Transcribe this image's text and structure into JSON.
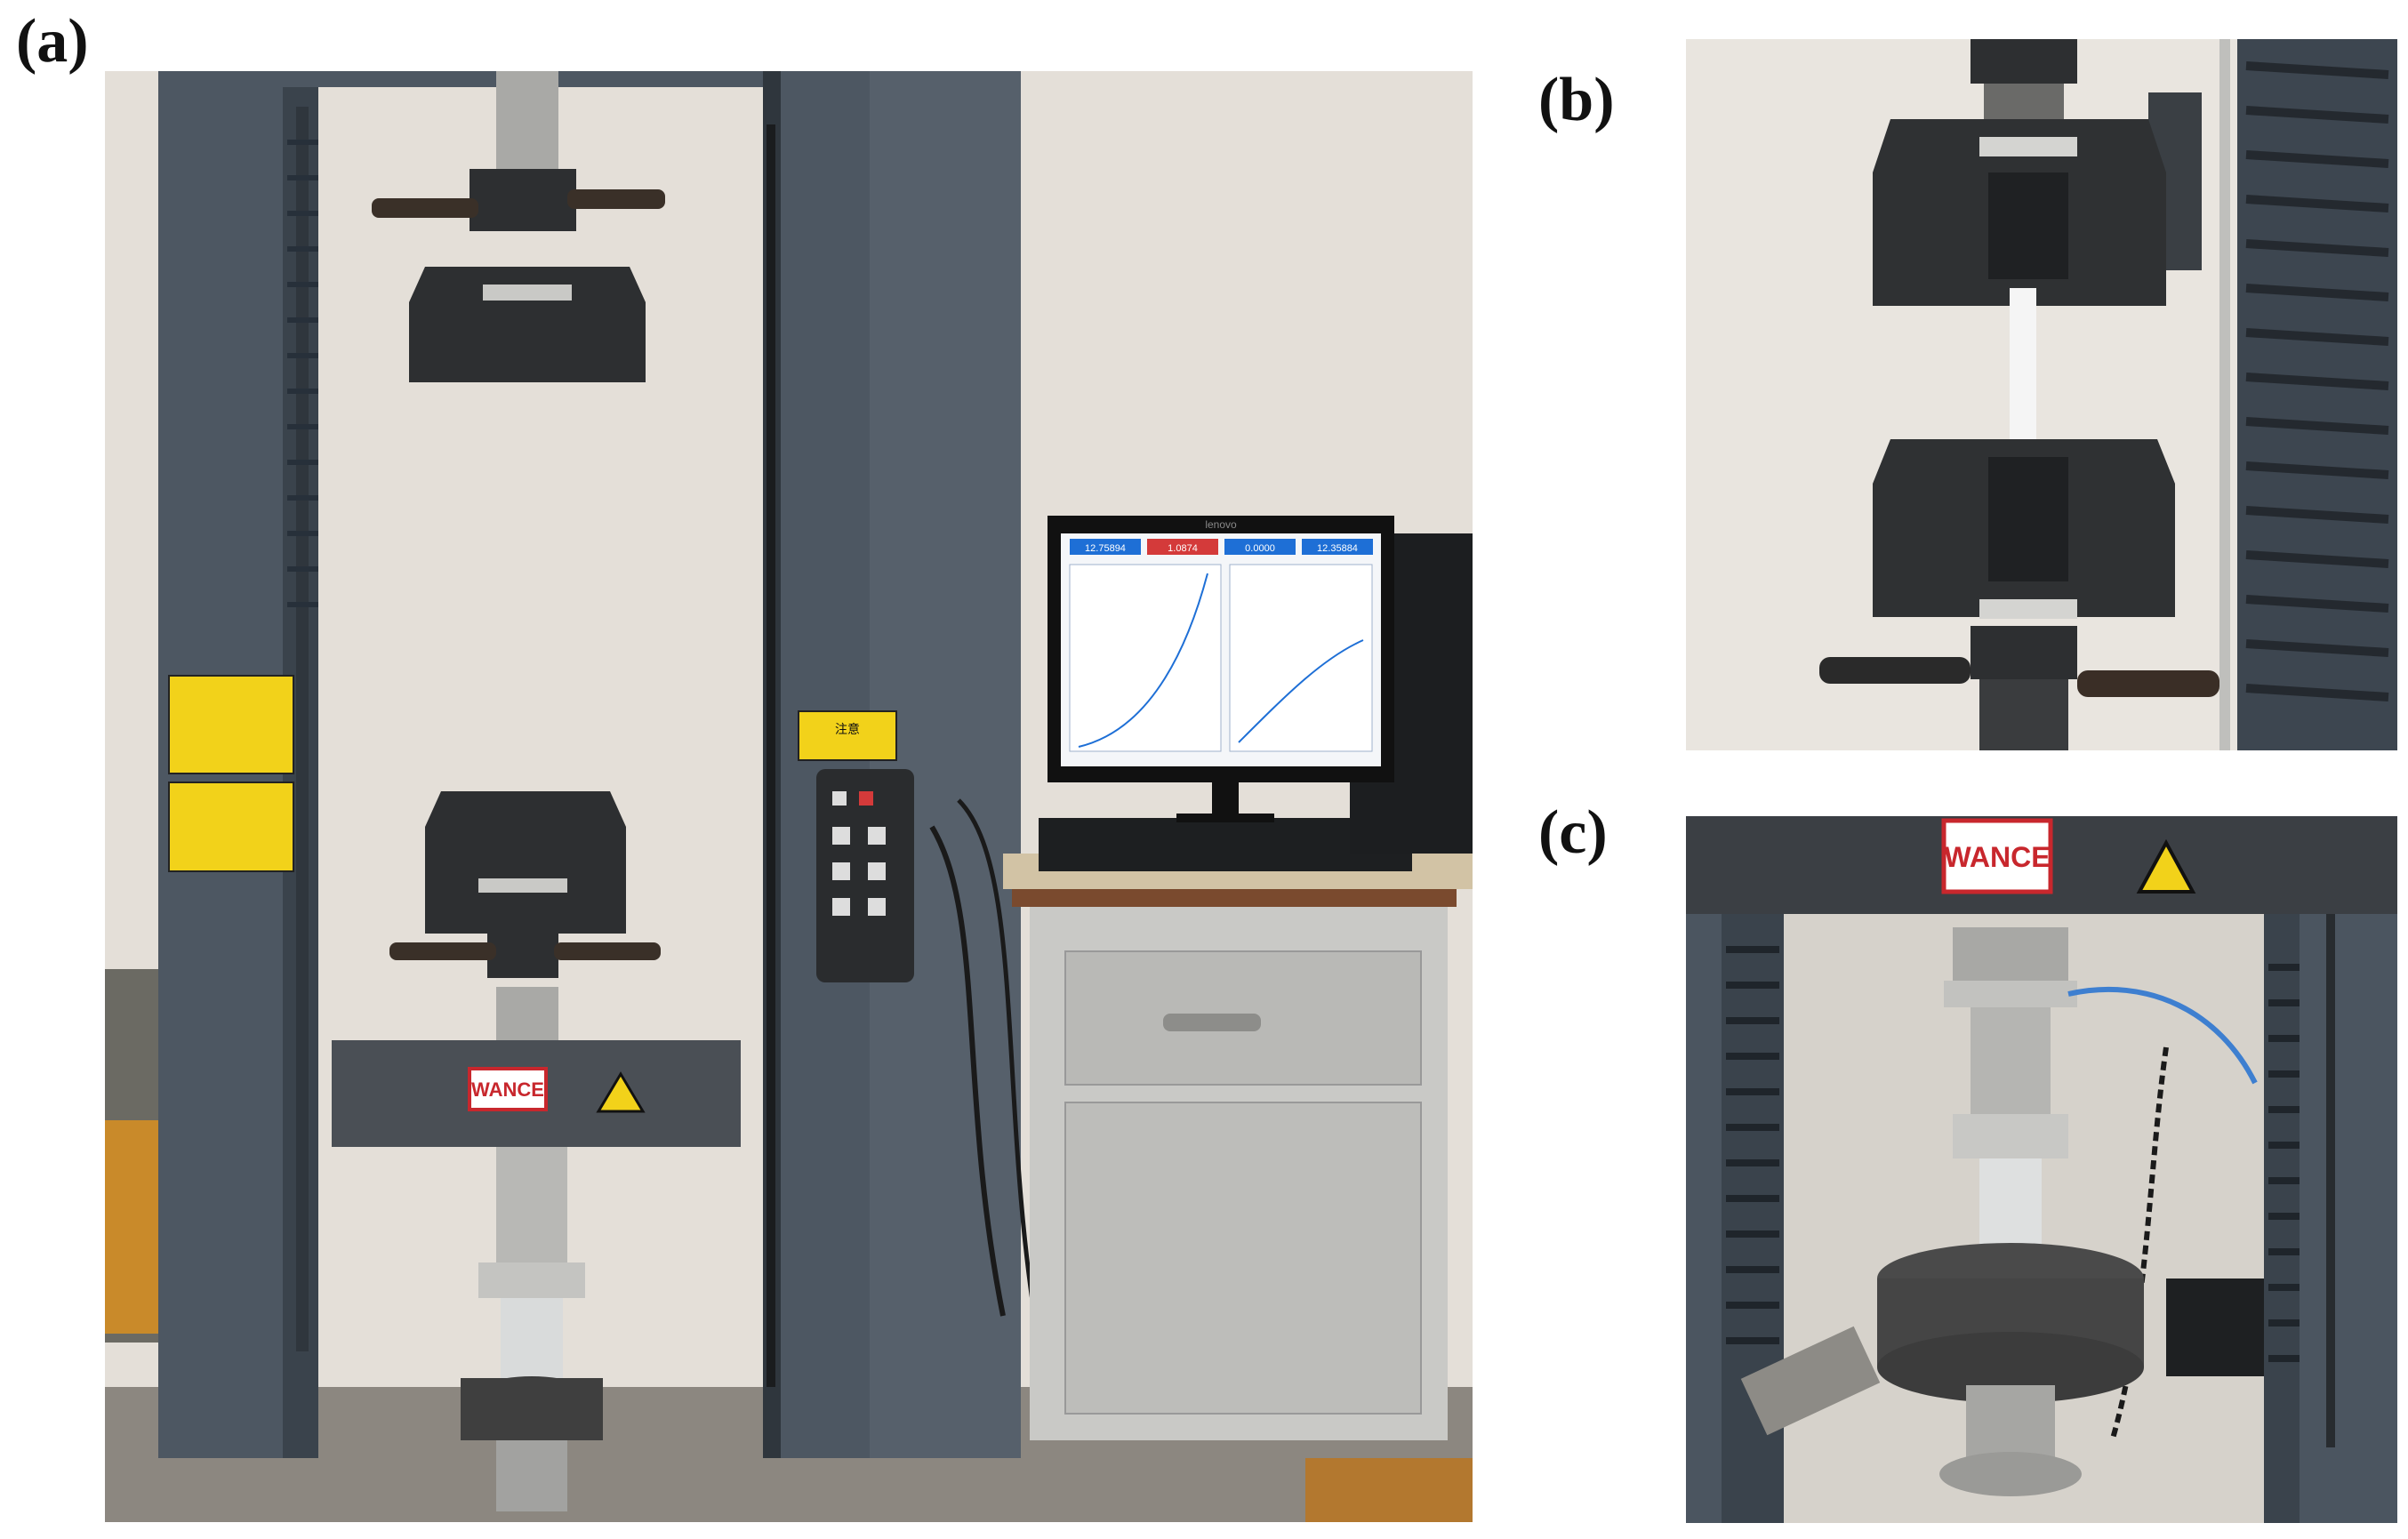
{
  "panels": [
    {
      "id": "a",
      "label": "(a)"
    },
    {
      "id": "b",
      "label": "(b)"
    },
    {
      "id": "c",
      "label": "(c)"
    }
  ],
  "machine": {
    "brand_plate": "WANCE",
    "monitor_brand": "lenovo",
    "screen_readouts": [
      "12.75894",
      "1.0874",
      "0.0000",
      "12.35884"
    ],
    "warning_label_title": "注意"
  },
  "colors": {
    "frame_steel": "#4b5560",
    "wall": "#e6e1da",
    "warning_yellow": "#f2d21a",
    "brand_red": "#c8272d",
    "grip_black": "#2d2f31",
    "screen_blue": "#1e6fd6",
    "screen_red": "#d43a3a"
  }
}
